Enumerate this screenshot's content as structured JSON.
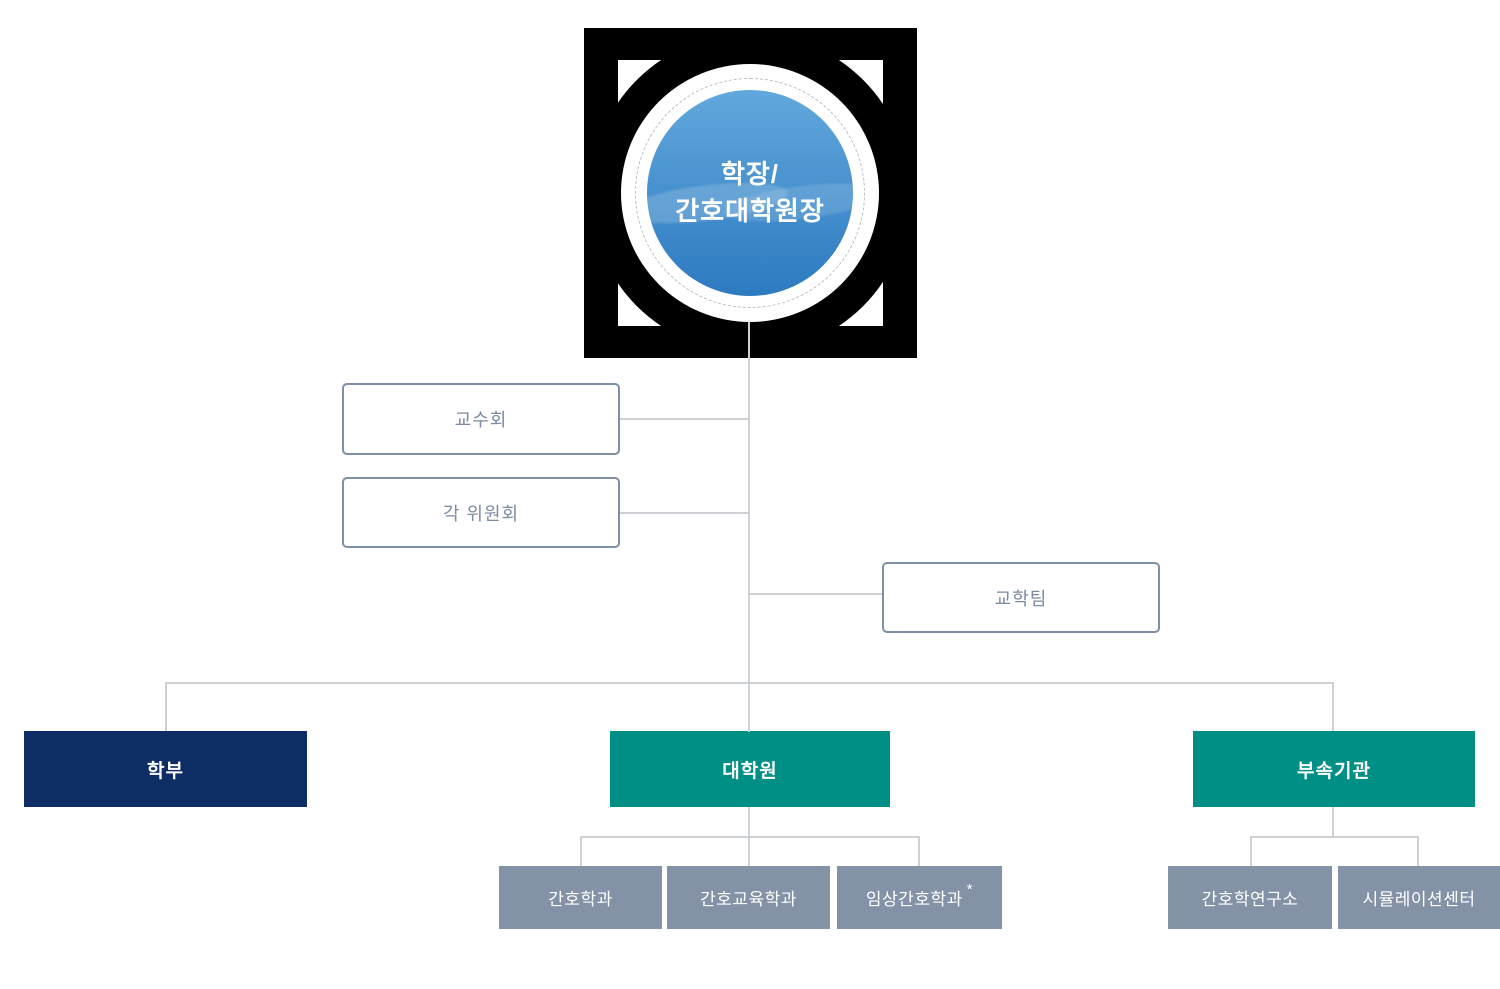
{
  "dean": {
    "line1": "학장/",
    "line2": "간호대학원장"
  },
  "councils": {
    "faculty": "교수회",
    "committees": "각 위원회"
  },
  "staff_team": {
    "label": "교학팀"
  },
  "divisions": {
    "undergrad": {
      "label": "학부"
    },
    "grad": {
      "label": "대학원",
      "children": [
        {
          "label": "간호학과"
        },
        {
          "label": "간호교육학과"
        },
        {
          "label": "임상간호학과",
          "mark": "*"
        }
      ]
    },
    "affiliated": {
      "label": "부속기관",
      "children": [
        {
          "label": "간호학연구소"
        },
        {
          "label": "시뮬레이션센터"
        }
      ]
    }
  },
  "colors": {
    "navy": "#0d2d64",
    "teal": "#008f85",
    "slate": "#8392a6",
    "line": "#cdd1d5",
    "box_border": "#7e90a6",
    "box_text": "#7b8ba1",
    "circle_top": "#61a8dc",
    "circle_bottom": "#2d7ac1"
  }
}
